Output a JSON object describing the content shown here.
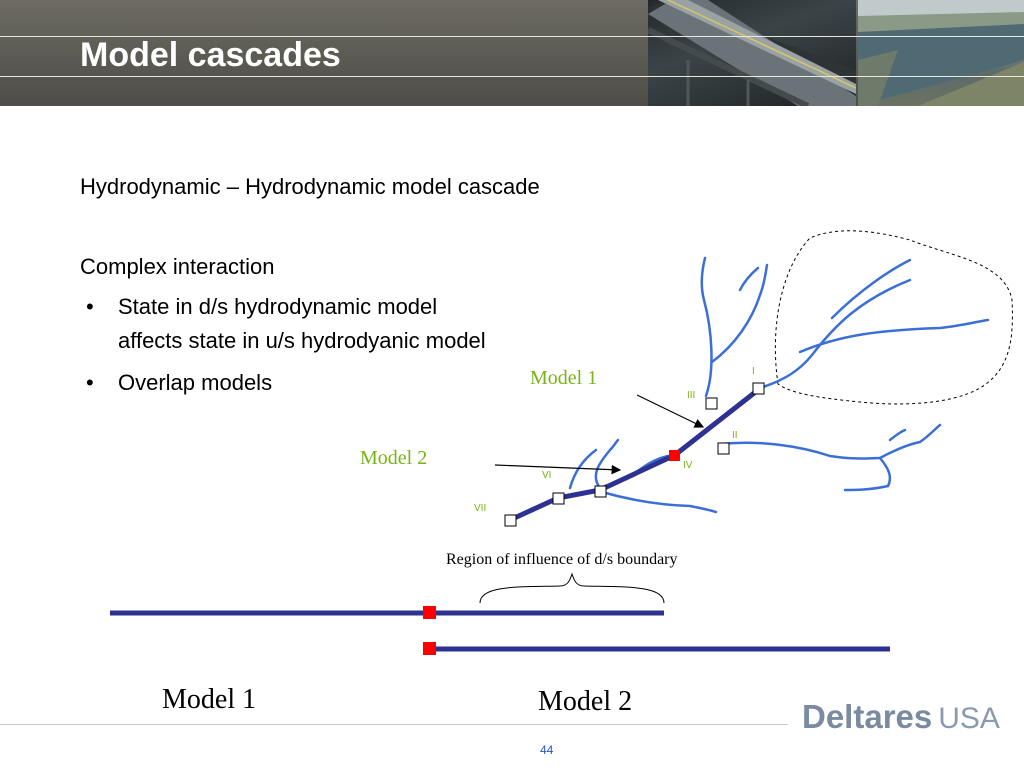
{
  "slide": {
    "title": "Model cascades",
    "subtitle": "Hydrodynamic – Hydrodynamic model cascade",
    "section_heading": "Complex interaction",
    "bullets": [
      {
        "line1": "State in d/s hydrodynamic model",
        "line2": "affects state in u/s hydrodyanic model"
      },
      {
        "line1": "Overlap models",
        "line2": ""
      }
    ],
    "page_number": "44"
  },
  "river_diagram": {
    "model1_label": "Model 1",
    "model2_label": "Model 2",
    "nodes": [
      "I",
      "II",
      "III",
      "IV",
      "VI",
      "VII"
    ],
    "colors": {
      "main_river": "#2d3192",
      "tributary": "#3b6fd6",
      "boundary": "#ff0000",
      "label": "#7ab317"
    }
  },
  "overlap_diagram": {
    "region_label": "Region of influence of d/s boundary",
    "model1_label": "Model 1",
    "model2_label": "Model 2"
  },
  "logo": {
    "brand": "Deltares",
    "suffix": "USA"
  }
}
